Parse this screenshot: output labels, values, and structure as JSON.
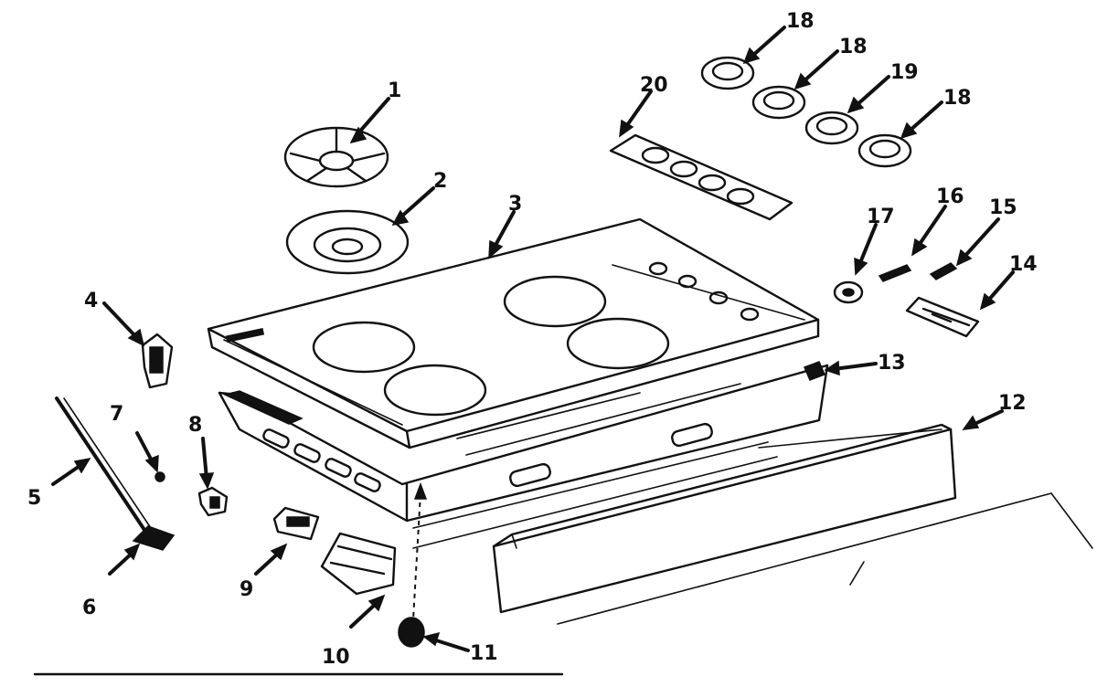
{
  "diagram": {
    "callouts": [
      {
        "id": "c1",
        "text": "1"
      },
      {
        "id": "c2",
        "text": "2"
      },
      {
        "id": "c3",
        "text": "3"
      },
      {
        "id": "c4",
        "text": "4"
      },
      {
        "id": "c5",
        "text": "5"
      },
      {
        "id": "c6",
        "text": "6"
      },
      {
        "id": "c7",
        "text": "7"
      },
      {
        "id": "c8",
        "text": "8"
      },
      {
        "id": "c9",
        "text": "9"
      },
      {
        "id": "c10",
        "text": "10"
      },
      {
        "id": "c11",
        "text": "11"
      },
      {
        "id": "c12",
        "text": "12"
      },
      {
        "id": "c13",
        "text": "13"
      },
      {
        "id": "c14",
        "text": "14"
      },
      {
        "id": "c15",
        "text": "15"
      },
      {
        "id": "c16",
        "text": "16"
      },
      {
        "id": "c17",
        "text": "17"
      },
      {
        "id": "c18a",
        "text": "18"
      },
      {
        "id": "c18b",
        "text": "18"
      },
      {
        "id": "c19",
        "text": "19"
      },
      {
        "id": "c18c",
        "text": "18"
      },
      {
        "id": "c20",
        "text": "20"
      }
    ]
  }
}
